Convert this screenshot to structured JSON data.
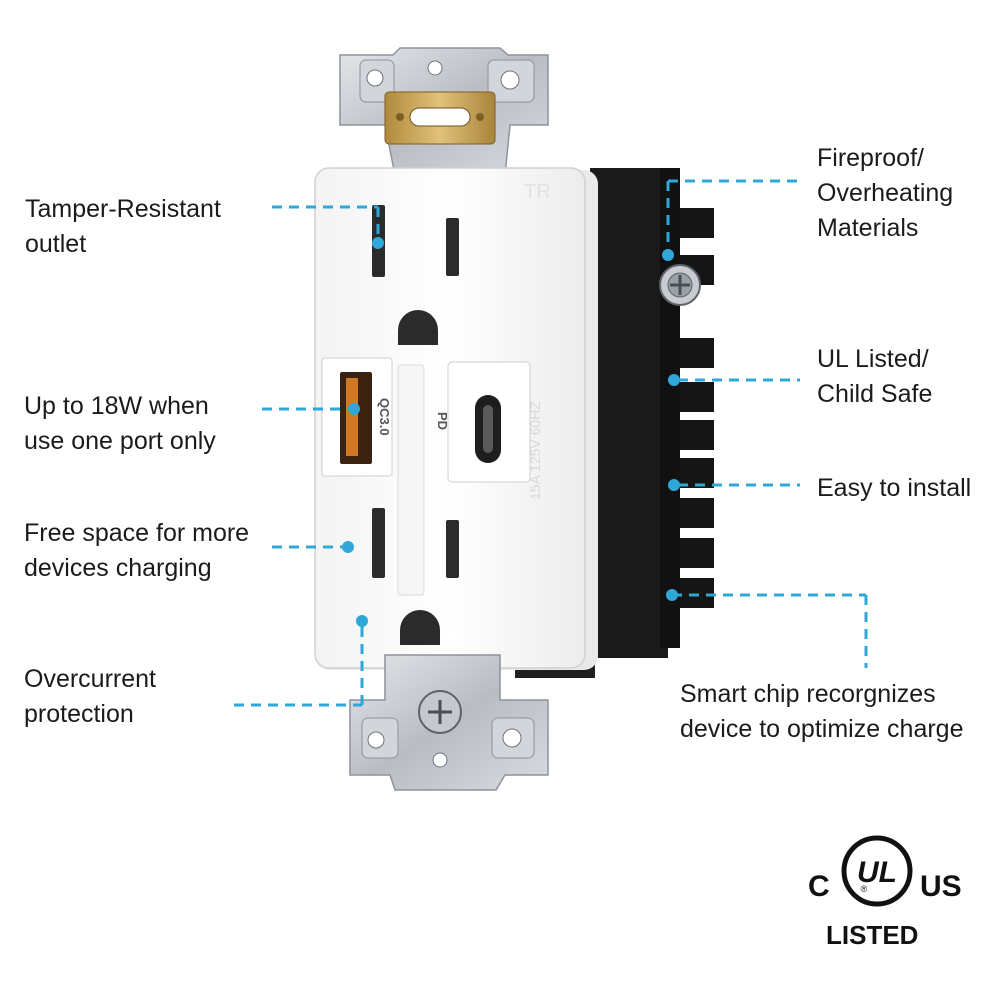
{
  "callouts": {
    "tamper": [
      "Tamper-Resistant",
      "outlet"
    ],
    "power": [
      "Up to 18W when",
      "use one port only"
    ],
    "free_space": [
      "Free space for more",
      "devices charging"
    ],
    "overcurrent": [
      "Overcurrent",
      "protection"
    ],
    "fireproof": [
      "Fireproof/",
      "Overheating",
      "Materials"
    ],
    "ul_listed": [
      "UL Listed/",
      "Child Safe"
    ],
    "easy_install": [
      "Easy to install"
    ],
    "smart_chip": [
      "Smart chip recorgnizes",
      "device to optimize charge"
    ]
  },
  "device_markings": {
    "tr": "TR",
    "usb_a_label": "QC3.0",
    "usb_c_label": "PD",
    "rating": "15A 125V 60HZ"
  },
  "ul_logo": {
    "c": "C",
    "ul": "UL",
    "us": "US",
    "listed": "LISTED",
    "registered": "®"
  },
  "colors": {
    "callout_line": "#2fa7d8",
    "faceplate": "#ffffff",
    "housing": "#1c1c1c",
    "strap": "#c9ccd1"
  }
}
